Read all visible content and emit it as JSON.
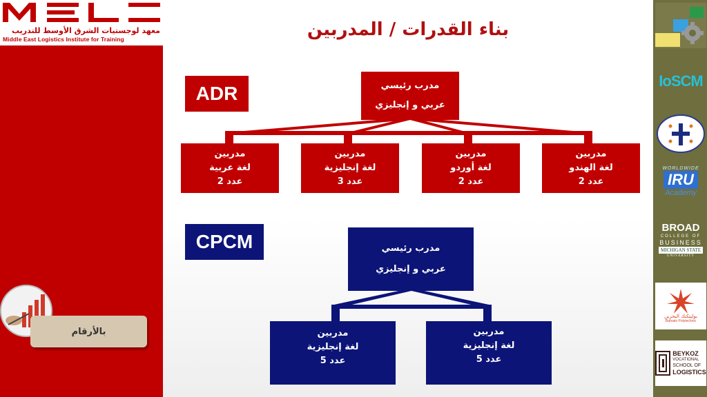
{
  "logo": {
    "letters": "MELI",
    "arabic": "معهد لوجستيات الشرق الأوسط للتدريب",
    "english": "Middle East Logistics Institute for Training"
  },
  "page_title": "بناء القدرات / المدربين",
  "adr": {
    "badge": "ADR",
    "head": {
      "line1": "مدرب رئيسي",
      "line2": "عربي و إنجليزي"
    },
    "children": [
      {
        "line1": "مدربين",
        "line2": "لغة الهندو",
        "line3": "عدد 2"
      },
      {
        "line1": "مدربين",
        "line2": "لغة أوردو",
        "line3": "عدد 2"
      },
      {
        "line1": "مدربين",
        "line2": "لغة إنجليزية",
        "line3": "عدد 3"
      },
      {
        "line1": "مدربين",
        "line2": "لغة عربية",
        "line3": "عدد 2"
      }
    ]
  },
  "cpcm": {
    "badge": "CPCM",
    "head": {
      "line1": "مدرب رئيسي",
      "line2": "عربي و إنجليزي"
    },
    "children": [
      {
        "line1": "مدربين",
        "line2": "لغة إنجليزية",
        "line3": "عدد 5"
      },
      {
        "line1": "مدربين",
        "line2": "لغة إنجليزية",
        "line3": "عدد 5"
      }
    ]
  },
  "numbers_button": "بالأرقام",
  "partners": {
    "scm": "IoSCM",
    "iru_top": "WORLDWIDE",
    "iru": "IRU",
    "iru_bottom": "Academy",
    "broad_1": "BROAD",
    "broad_2": "COLLEGE OF",
    "broad_3": "BUSINESS",
    "broad_4": "MICHIGAN STATE",
    "broad_5": "UNIVERSITY",
    "bahrain_ar": "بوليتكنك البحرين",
    "bahrain_en": "Bahrain Polytechnic",
    "beykoz_1": "BEYKOZ",
    "beykoz_2": "VOCATIONAL",
    "beykoz_3": "SCHOOL OF",
    "beykoz_4": "LOGISTICS"
  },
  "colors": {
    "red": "#c00000",
    "navy": "#0c1478",
    "title": "#b01010"
  }
}
